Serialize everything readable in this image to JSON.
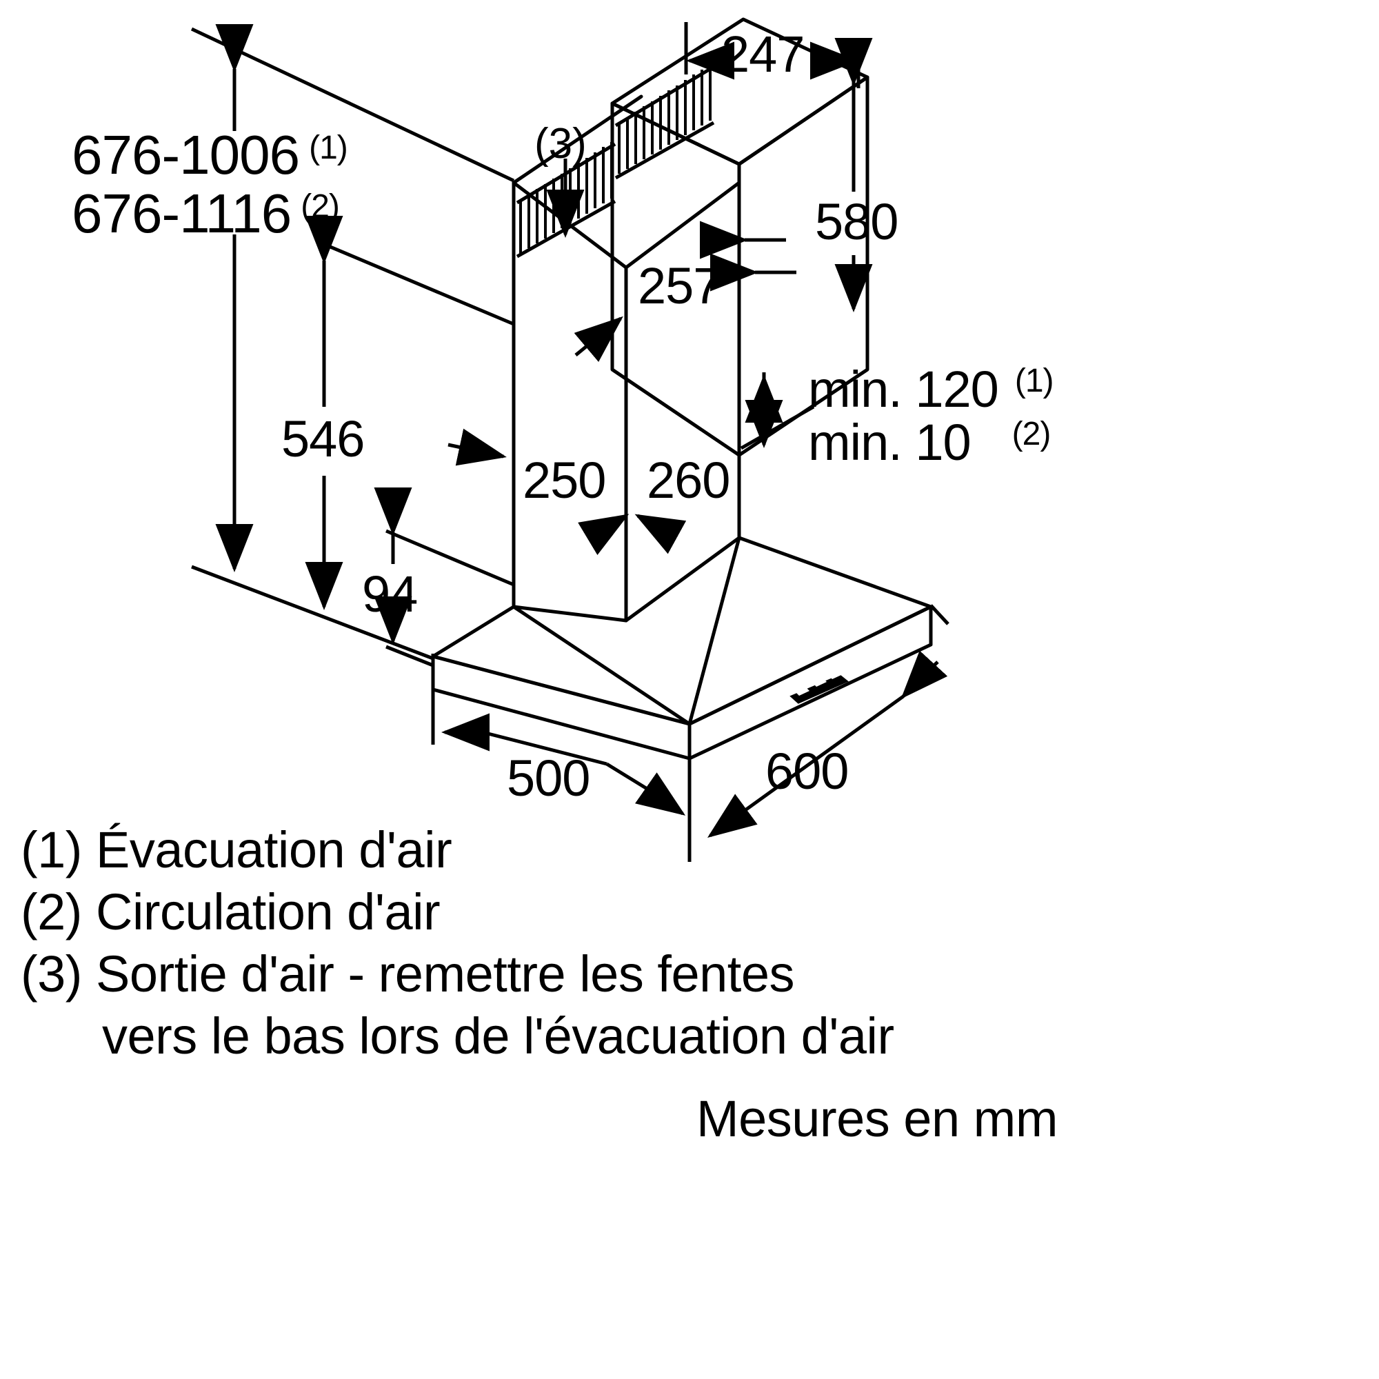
{
  "document": {
    "type": "technical-dimension-drawing",
    "subject": "Hotte aspirante décorative murale (chimney cooker hood)",
    "units_note": "Mesures en mm"
  },
  "dimensions": {
    "height_range_1": "676-1006",
    "height_range_1_note": "(1)",
    "height_range_2": "676-1116",
    "height_range_2_note": "(2)",
    "chimney_top_depth": "247",
    "chimney_height": "580",
    "chimney_upper_width": "257",
    "canopy_height": "546",
    "chimney_lower_width": "250",
    "chimney_lower_depth": "260",
    "canopy_front_height": "94",
    "min_clearance_1": "min. 120",
    "min_clearance_1_note": "(1)",
    "min_clearance_2": "min. 10",
    "min_clearance_2_note": "(2)",
    "base_depth": "500",
    "base_width": "600",
    "air_outlet_marker": "(3)"
  },
  "legend": {
    "items": [
      {
        "marker": "(1)",
        "text": "Évacuation d'air"
      },
      {
        "marker": "(2)",
        "text": "Circulation d'air"
      },
      {
        "marker": "(3)",
        "text": "Sortie d'air - remettre les fentes"
      },
      {
        "marker": "",
        "text": "vers le bas lors de l'évacuation d'air"
      }
    ],
    "units": "Mesures en mm"
  },
  "style": {
    "line_color": "#000000",
    "background": "#ffffff",
    "stroke_width": 5
  }
}
